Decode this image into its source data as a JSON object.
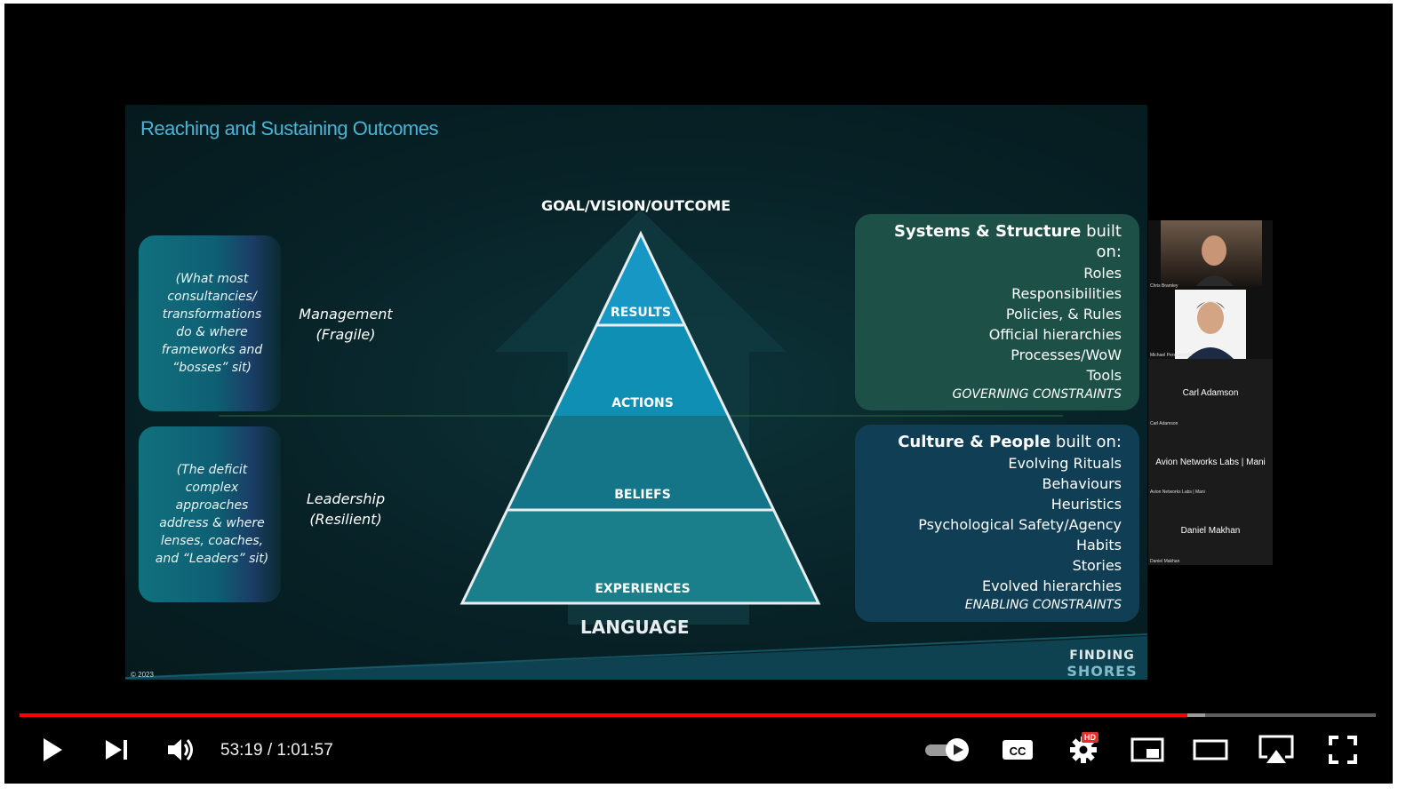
{
  "slide": {
    "title": "Reaching and Sustaining Outcomes",
    "goal_label": "GOAL/VISION/OUTCOME",
    "pyramid_tiers": [
      "RESULTS",
      "ACTIONS",
      "BELIEFS",
      "EXPERIENCES"
    ],
    "base_label": "LANGUAGE",
    "left_boxes": [
      {
        "text": "(What most consultancies/ transformations do & where frameworks and “bosses” sit)",
        "label_line1": "Management",
        "label_line2": "(Fragile)"
      },
      {
        "text": "(The deficit complex approaches address & where lenses, coaches, and “Leaders” sit)",
        "label_line1": "Leadership",
        "label_line2": "(Resilient)"
      }
    ],
    "systems_box": {
      "heading_bold": "Systems & Structure",
      "heading_rest": " built on:",
      "items": [
        "Roles",
        "Responsibilities",
        "Policies, & Rules",
        "Official hierarchies",
        "Processes/WoW",
        "Tools"
      ],
      "footer": "GOVERNING CONSTRAINTS"
    },
    "culture_box": {
      "heading_bold": "Culture & People",
      "heading_rest": " built on:",
      "items": [
        "Evolving Rituals",
        "Behaviours",
        "Heuristics",
        "Psychological Safety/Agency",
        "Habits",
        "Stories",
        "Evolved hierarchies"
      ],
      "footer": "ENABLING CONSTRAINTS"
    },
    "copyright": "© 2023",
    "brand_line1": "FINDING",
    "brand_line2": "SHORES"
  },
  "participants": [
    {
      "name": "Chris Bramley",
      "type": "video"
    },
    {
      "name": "Michael Perscandola",
      "type": "video"
    },
    {
      "name": "Carl Adamson",
      "caption": "Carl Adamson",
      "type": "name"
    },
    {
      "name": "Avion Networks Labs | Mani",
      "caption": "Avion Networks Labs | Mani",
      "type": "name"
    },
    {
      "name": "Daniel Makhan",
      "caption": "Daniel Makhan",
      "type": "name"
    }
  ],
  "player": {
    "current_time": "53:19",
    "duration": "1:01:57",
    "time_display": "53:19 / 1:01:57",
    "played_fraction": 0.861,
    "buffered_fraction": 0.874,
    "hd_badge": "HD",
    "cc_label": "CC",
    "colors": {
      "progress": "#ff0000",
      "buffer": "#9a9a9a"
    }
  }
}
